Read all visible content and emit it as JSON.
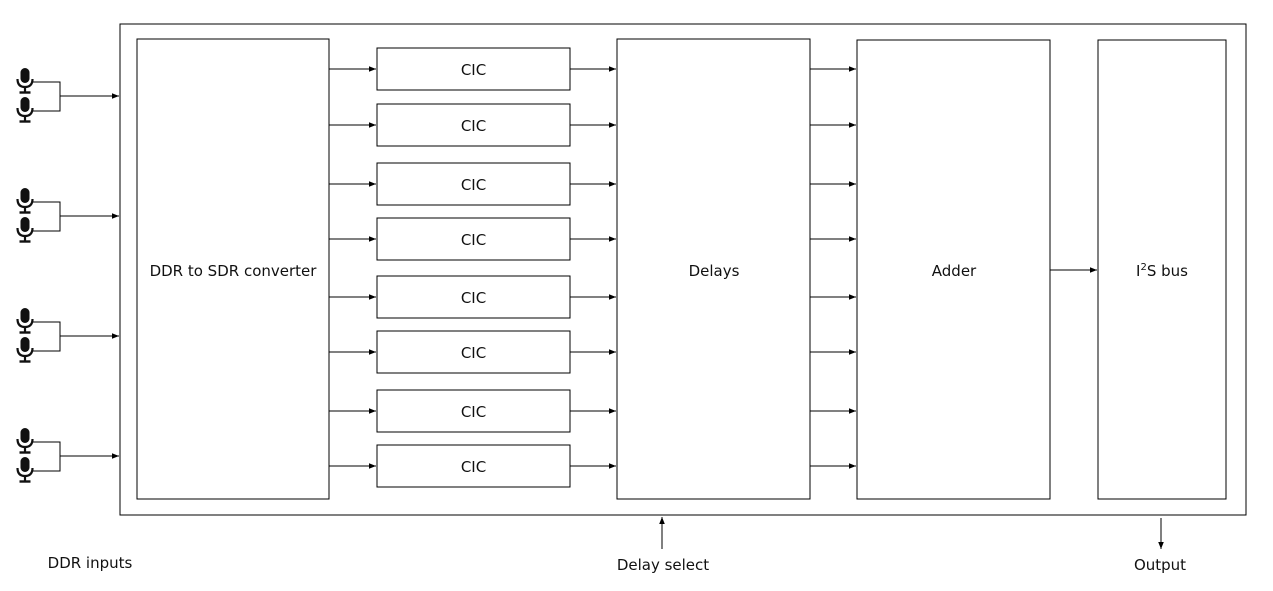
{
  "blocks": {
    "converter": "DDR to SDR converter",
    "cic": [
      "CIC",
      "CIC",
      "CIC",
      "CIC",
      "CIC",
      "CIC",
      "CIC",
      "CIC"
    ],
    "delays": "Delays",
    "adder": "Adder",
    "i2s_prefix": "I",
    "i2s_sup": "2",
    "i2s_suffix": "S bus"
  },
  "labels": {
    "ddr_inputs": "DDR inputs",
    "delay_select": "Delay select",
    "output": "Output"
  },
  "microphones": {
    "groups": 4,
    "per_group": 2,
    "icon": "microphone-icon"
  },
  "colors": {
    "line": "#000000",
    "background": "#ffffff"
  }
}
